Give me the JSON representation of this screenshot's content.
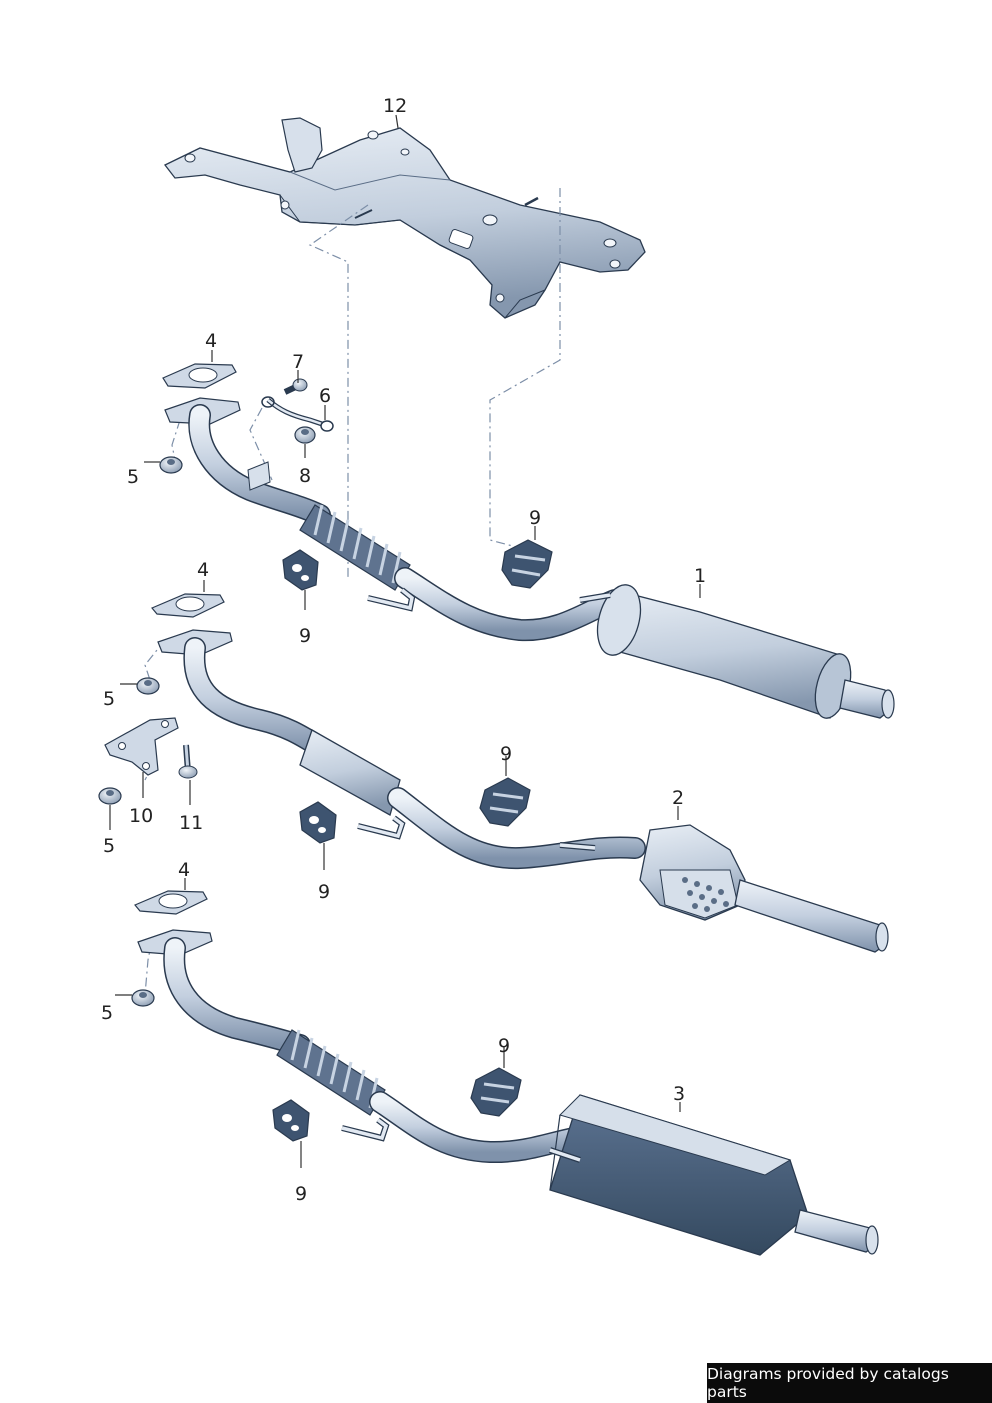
{
  "callouts": {
    "c1": "1",
    "c2": "2",
    "c3": "3",
    "c4a": "4",
    "c4b": "4",
    "c4c": "4",
    "c5a": "5",
    "c5b": "5",
    "c5c": "5",
    "c5d": "5",
    "c6": "6",
    "c7": "7",
    "c8": "8",
    "c9a": "9",
    "c9b": "9",
    "c9c": "9",
    "c9d": "9",
    "c9e": "9",
    "c9f": "9",
    "c10": "10",
    "c11": "11",
    "c12": "12"
  },
  "credit": "Diagrams provided by catalogs parts",
  "colors": {
    "part_fill": "#c7d3e2",
    "part_light": "#e2e9f2",
    "part_dark": "#7f92ab",
    "outline": "#2a3a4f",
    "dark_muffler": "#3e5470",
    "credit_bg": "#0b0b0b"
  }
}
